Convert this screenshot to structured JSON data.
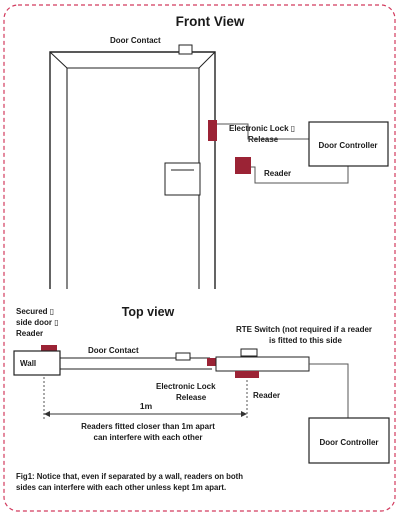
{
  "colors": {
    "border": "#d23b5e",
    "accent": "#9b2335",
    "wire": "#555555"
  },
  "front": {
    "title": "Front View",
    "door_contact": "Door Contact",
    "lock_line1": "Electronic Lock ▯",
    "lock_line2": "Release",
    "controller": "Door Controller",
    "reader": "Reader"
  },
  "top": {
    "title": "Top view",
    "secured_line1": "Secured ▯",
    "secured_line2": "side door ▯",
    "secured_line3": "Reader",
    "wall": "Wall",
    "door_contact": "Door Contact",
    "rte_line1": "RTE Switch (not required if a reader",
    "rte_line2": "is fitted to this side",
    "lock_line1": "Electronic Lock",
    "lock_line2": "Release",
    "reader": "Reader",
    "distance": "1m",
    "note_line1": "Readers fitted closer than 1m apart",
    "note_line2": "can interfere with each other",
    "controller": "Door Controller"
  },
  "caption": {
    "line1": "Fig1: Notice that, even if separated by a wall, readers on both",
    "line2": "sides can interfere with each other unless kept 1m apart."
  }
}
